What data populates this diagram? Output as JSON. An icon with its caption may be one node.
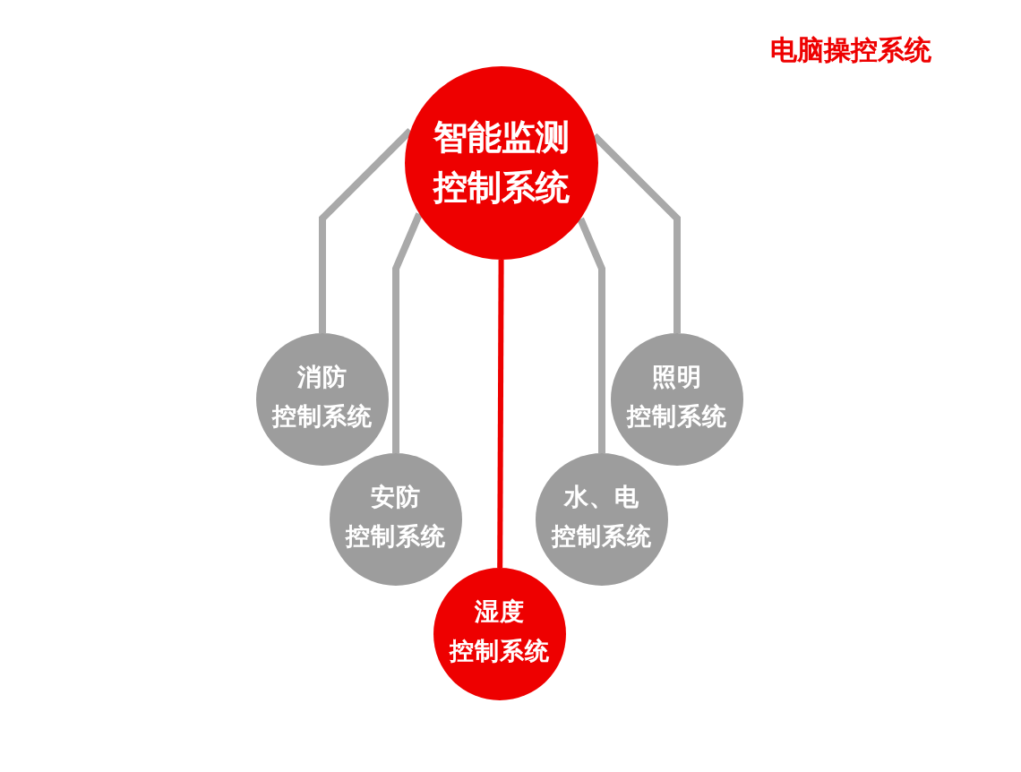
{
  "diagram": {
    "title": "电脑操控系统",
    "nodes": [
      {
        "text": [
          "智能监测",
          "控制系统"
        ]
      },
      {
        "text": [
          "消防",
          "控制系统"
        ]
      },
      {
        "text": [
          "照明",
          "控制系统"
        ]
      },
      {
        "text": [
          "安防",
          "控制系统"
        ]
      },
      {
        "text": [
          "水、电",
          "控制系统"
        ]
      },
      {
        "text": [
          "湿度",
          "控制系统"
        ]
      }
    ],
    "edges": [
      {
        "from": 0,
        "to": 1,
        "arrow": "none"
      },
      {
        "from": 0,
        "to": 2,
        "arrow": "none"
      },
      {
        "from": 0,
        "to": 3,
        "arrow": "none"
      },
      {
        "from": 0,
        "to": 4,
        "arrow": "none"
      },
      {
        "from": 0,
        "to": 5,
        "arrow": "none",
        "color": "#ee0000"
      }
    ]
  }
}
